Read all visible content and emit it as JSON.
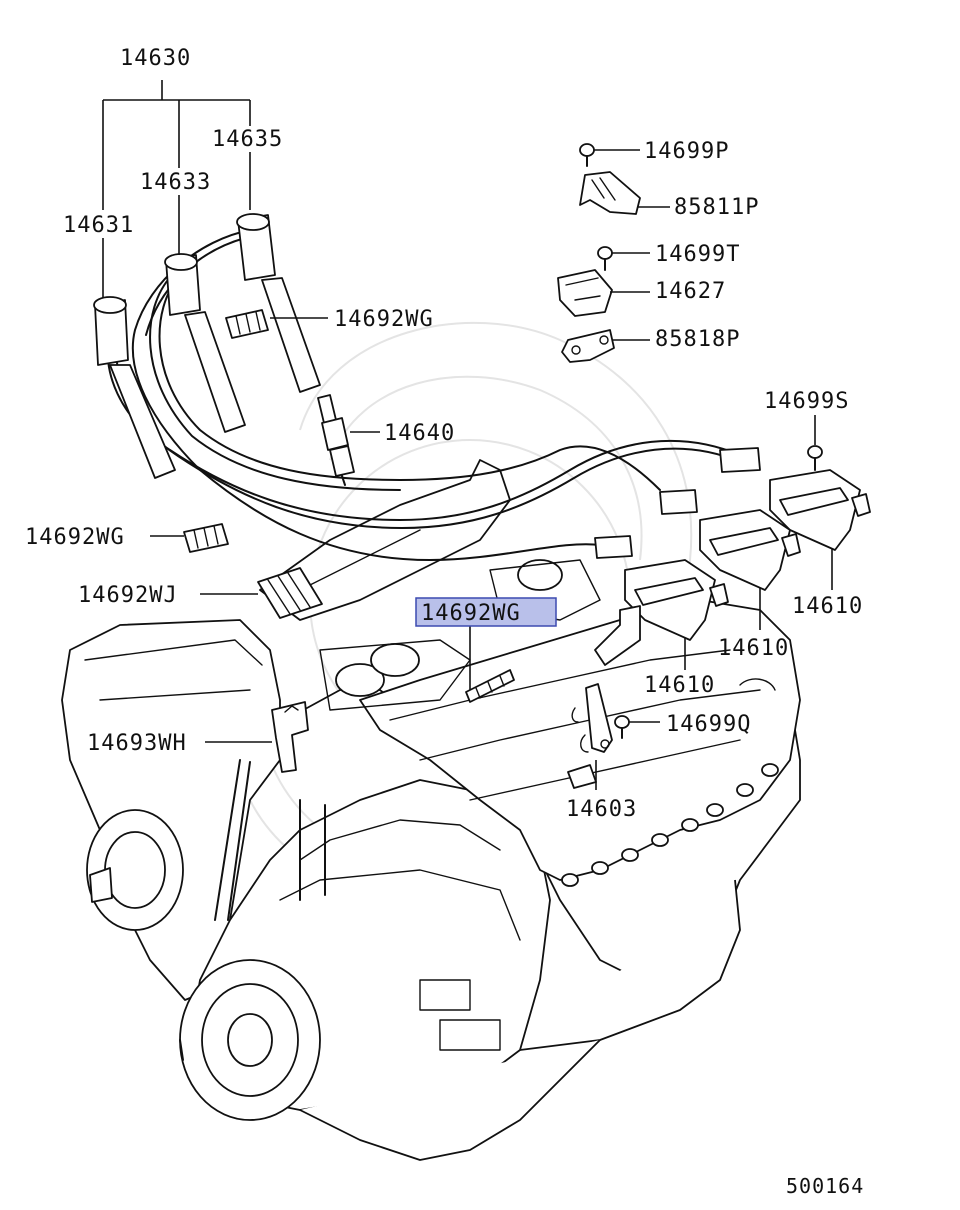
{
  "labels": {
    "p14630": "14630",
    "p14635": "14635",
    "p14633": "14633",
    "p14631": "14631",
    "p14692WG_top": "14692WG",
    "p14640": "14640",
    "p14692WG_left": "14692WG",
    "p14692WJ": "14692WJ",
    "p14692WG_highlight": "14692WG",
    "p14693WH": "14693WH",
    "p14699P": "14699P",
    "p85811P": "85811P",
    "p14699T": "14699T",
    "p14627": "14627",
    "p85818P": "85818P",
    "p14699S": "14699S",
    "p14610_a": "14610",
    "p14610_b": "14610",
    "p14610_c": "14610",
    "p14699Q": "14699Q",
    "p14603": "14603",
    "diagram_number": "500164"
  },
  "colors": {
    "ink": "#111111",
    "highlight_fill": "#b9c0ea",
    "highlight_stroke": "#3c4ab0",
    "watermark": "#e4e4e4"
  }
}
